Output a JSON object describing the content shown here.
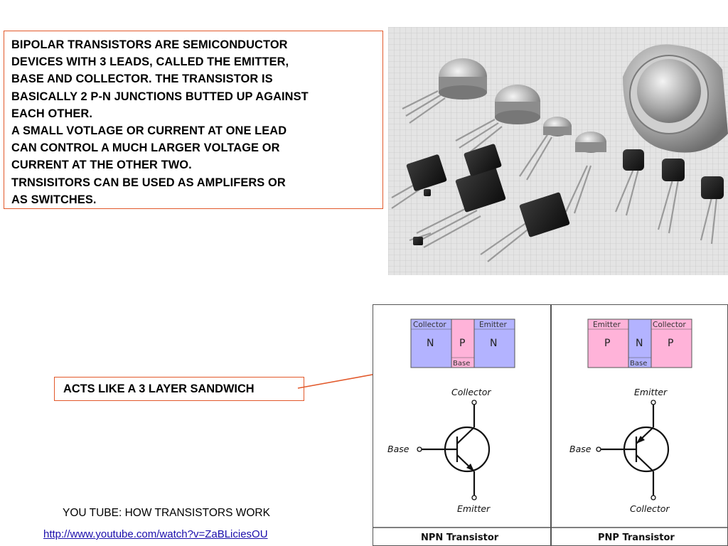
{
  "intro": {
    "lines": [
      "BIPOLAR TRANSISTORS ARE SEMICONDUCTOR",
      "DEVICES WITH 3 LEADS, CALLED THE EMITTER,",
      "BASE AND COLLECTOR. THE TRANSISTOR IS",
      "BASICALLY 2 P-N JUNCTIONS BUTTED UP AGAINST",
      "EACH OTHER.",
      "A SMALL VOTLAGE OR CURRENT AT ONE LEAD",
      "CAN CONTROL A MUCH LARGER VOLTAGE OR",
      "CURRENT AT THE OTHER TWO.",
      "TRNSISITORS CAN BE USED AS AMPLIFERS OR",
      "AS SWITCHES."
    ]
  },
  "callout": {
    "label": "ACTS LIKE A 3 LAYER SANDWICH"
  },
  "diagram": {
    "npn": {
      "left_label": "Collector",
      "mid_label": "Base",
      "right_label": "Emitter",
      "left_letter": "N",
      "mid_letter": "P",
      "right_letter": "N",
      "top_terminal": "Collector",
      "side_terminal": "Base",
      "bottom_terminal": "Emitter",
      "caption": "NPN Transistor"
    },
    "pnp": {
      "left_label": "Emitter",
      "mid_label": "Base",
      "right_label": "Collector",
      "left_letter": "P",
      "mid_letter": "N",
      "right_letter": "P",
      "top_terminal": "Emitter",
      "side_terminal": "Base",
      "bottom_terminal": "Collector",
      "caption": "PNP Transistor"
    },
    "colors": {
      "n_layer": "#b3b3ff",
      "p_layer": "#ffb3d9",
      "accent": "#e2592b"
    }
  },
  "video": {
    "title": "YOU TUBE: HOW TRANSISTORS WORK",
    "url": "http://www.youtube.com/watch?v=ZaBLiciesOU"
  }
}
